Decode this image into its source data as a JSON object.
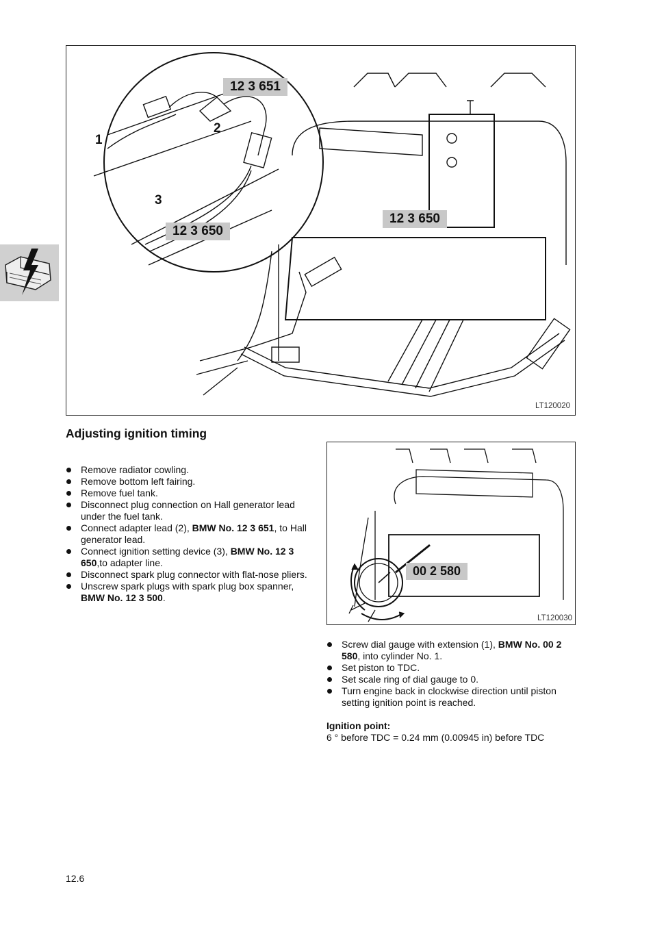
{
  "figure1": {
    "callouts": {
      "adapter_tool": "12 3 651",
      "device_tool_inset": "12 3 650",
      "device_tool": "12 3 650"
    },
    "labels": {
      "one": "1",
      "two": "2",
      "three": "3"
    },
    "ref": "LT120020"
  },
  "section_title": "Adjusting ignition timing",
  "steps_left": [
    {
      "text": "Remove radiator cowling."
    },
    {
      "text": "Remove bottom left fairing."
    },
    {
      "text": "Remove fuel tank."
    },
    {
      "text": "Disconnect plug connection on Hall generator lead under the fuel tank."
    },
    {
      "pre": "Connect adapter lead (2), ",
      "bold": "BMW No. 12 3 651",
      "post": ", to Hall generator lead."
    },
    {
      "pre": "Connect ignition setting device (3), ",
      "bold": "BMW No. 12 3 650",
      "post": ",to adapter line."
    },
    {
      "text": "Disconnect spark plug connector with flat-nose pliers."
    },
    {
      "pre": "Unscrew spark plugs with spark plug box spanner, ",
      "bold": "BMW No. 12 3 500",
      "post": "."
    }
  ],
  "figure2": {
    "callout": "00 2 580",
    "ref": "LT120030"
  },
  "steps_right": [
    {
      "pre": "Screw dial gauge with extension (1), ",
      "bold": "BMW No. 00 2 580",
      "post": ", into cylinder No. 1."
    },
    {
      "text": "Set piston to TDC."
    },
    {
      "text": "Set scale ring of dial gauge to 0."
    },
    {
      "text": "Turn engine back in clockwise direction until piston setting ignition point is reached."
    }
  ],
  "ignition": {
    "heading": "Ignition point:",
    "value": "6 ° before TDC = 0.24 mm (0.00945 in) before TDC"
  },
  "page_number": "12.6",
  "side_tab_icon": "ignition-lightning-icon"
}
